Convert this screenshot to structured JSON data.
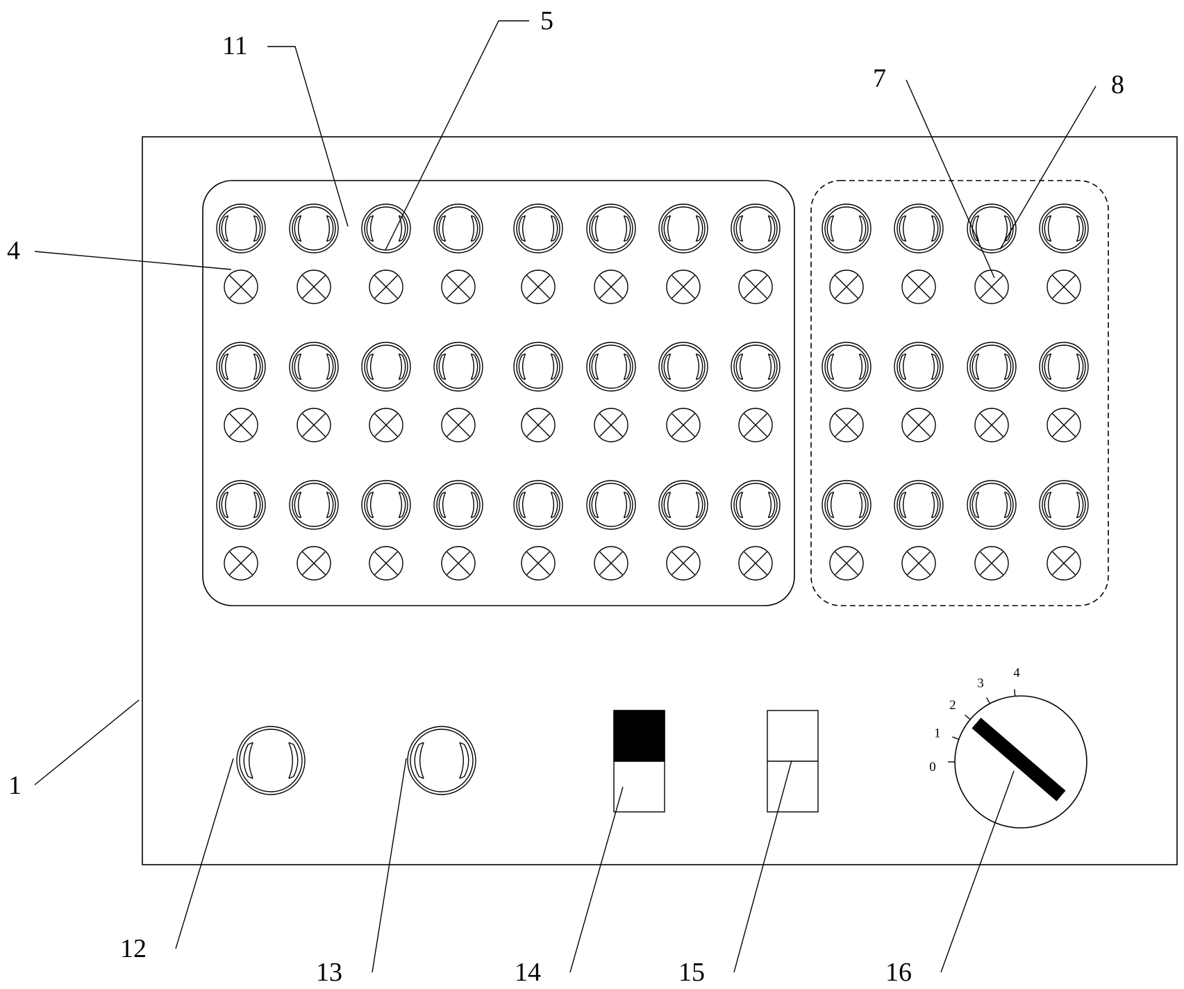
{
  "labels": {
    "label_1": "1",
    "label_4": "4",
    "label_5": "5",
    "label_7": "7",
    "label_8": "8",
    "label_11": "11",
    "label_12": "12",
    "label_13": "13",
    "label_14": "14",
    "label_15": "15",
    "label_16": "16"
  },
  "dial": {
    "scale": [
      "0",
      "1",
      "2",
      "3",
      "4"
    ]
  },
  "colors": {
    "line": "#000000",
    "background": "#ffffff"
  }
}
